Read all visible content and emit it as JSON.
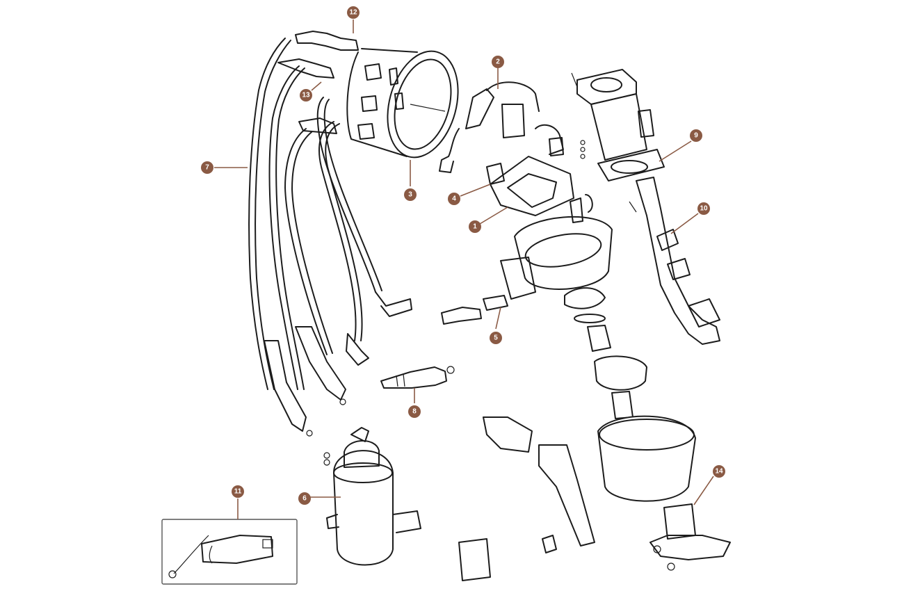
{
  "diagram": {
    "callouts": [
      {
        "id": "c1",
        "label": "1"
      },
      {
        "id": "c2",
        "label": "2"
      },
      {
        "id": "c3",
        "label": "3"
      },
      {
        "id": "c4",
        "label": "4"
      },
      {
        "id": "c5",
        "label": "5"
      },
      {
        "id": "c6",
        "label": "6"
      },
      {
        "id": "c7",
        "label": "7"
      },
      {
        "id": "c8",
        "label": "8"
      },
      {
        "id": "c9",
        "label": "9"
      },
      {
        "id": "c10",
        "label": "10"
      },
      {
        "id": "c11",
        "label": "11"
      },
      {
        "id": "c12",
        "label": "12"
      },
      {
        "id": "c13",
        "label": "13"
      },
      {
        "id": "c14",
        "label": "14"
      }
    ],
    "colors": {
      "callout": "#8a5a44",
      "linework": "#1c1c1c",
      "background": "#ffffff"
    }
  }
}
